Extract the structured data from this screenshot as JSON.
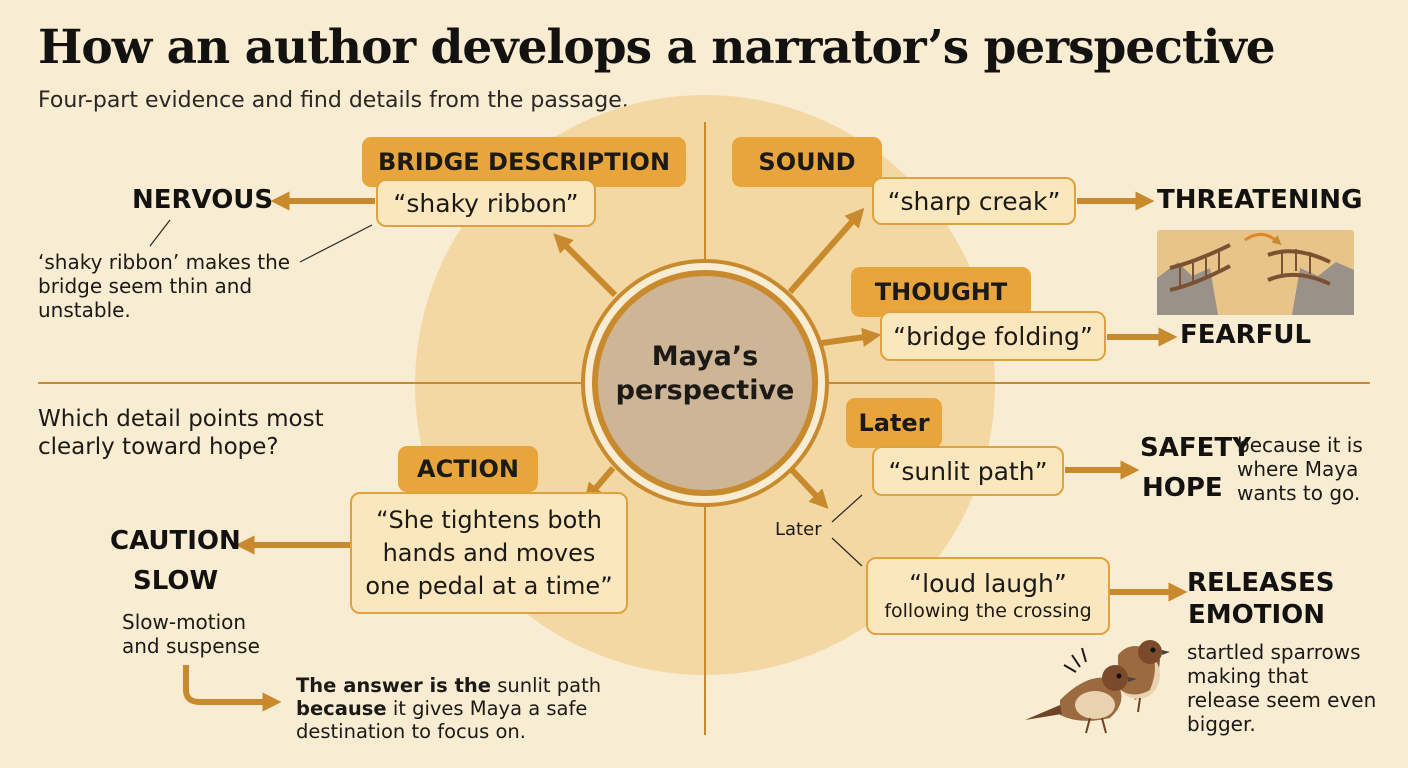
{
  "header": {
    "title": "How an author develops a narrator’s perspective",
    "subtitle": "Four-part evidence and find details from the passage."
  },
  "center": {
    "line1": "Maya’s",
    "line2": "perspective"
  },
  "top_left": {
    "tag": "BRIDGE DESCRIPTION",
    "quote": "“shaky ribbon”",
    "label": "NERVOUS",
    "note": "‘shaky ribbon’ makes the bridge seem thin and unstable."
  },
  "top_right": {
    "sound_tag": "SOUND",
    "sound_quote": "“sharp creak”",
    "sound_label": "THREATENING",
    "thought_tag": "THOUGHT",
    "thought_quote": "“bridge folding”",
    "thought_label": "FEARFUL"
  },
  "bottom_left": {
    "question": "Which detail points most clearly toward hope?",
    "tag": "ACTION",
    "quote_line1": "“She tightens both",
    "quote_line2": "hands and moves",
    "quote_line3": "one pedal at a time”",
    "label1": "CAUTION",
    "label2": "SLOW",
    "note": "Slow-motion and suspense",
    "answer_bold1": "The answer is the",
    "answer_rest1": " sunlit path",
    "answer_bold2": "because",
    "answer_rest2": " it gives Maya a safe destination to focus on."
  },
  "bottom_right": {
    "later_tag": "Later",
    "quote1": "“sunlit path”",
    "label_safety": "SAFETY",
    "label_hope": "HOPE",
    "because_note": "because it is where Maya wants to go.",
    "later_small": "Later",
    "quote2_line1": "“loud laugh”",
    "quote2_line2": "following the crossing",
    "label_releases1": "RELEASES",
    "label_releases2": "EMOTION",
    "sparrow_note": "startled sparrows making that release seem even bigger."
  },
  "colors": {
    "background": "#f8ecd2",
    "accent": "#e8a53b",
    "arrow": "#c98a2e",
    "quote_fill": "#fbe7bd",
    "center_fill": "#cdb596"
  }
}
